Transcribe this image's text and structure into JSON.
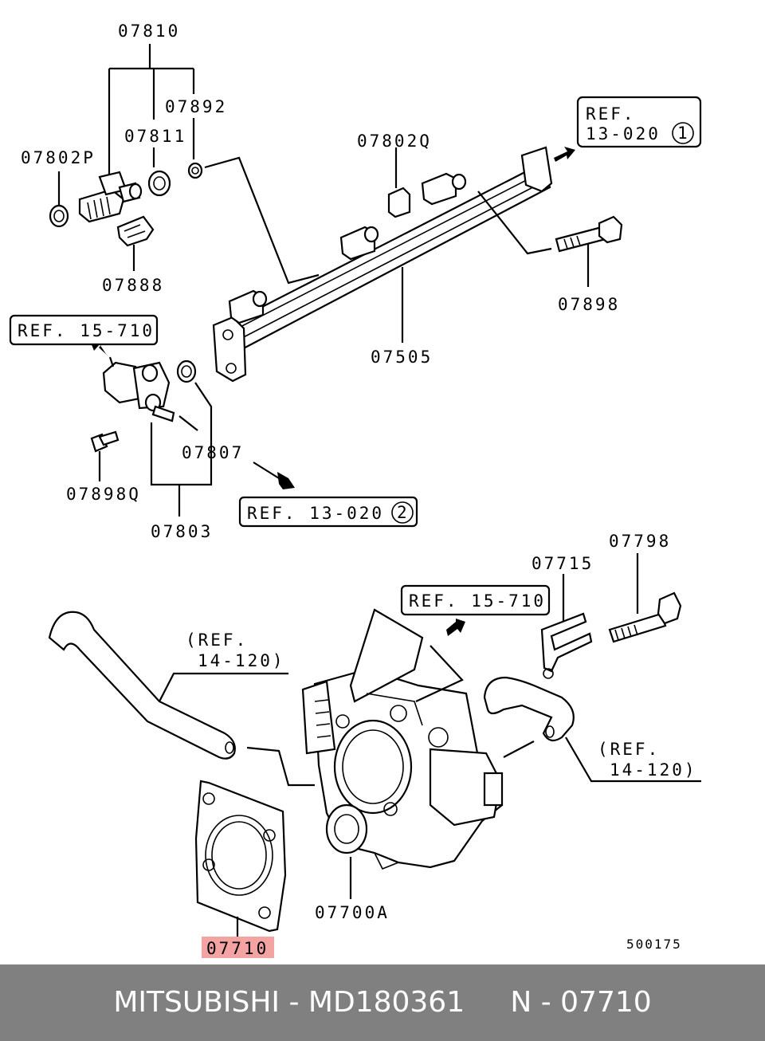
{
  "labels": {
    "p07810": "07810",
    "p07892": "07892",
    "p07811": "07811",
    "p07802P": "07802P",
    "p07802Q": "07802Q",
    "p07888": "07888",
    "p07898": "07898",
    "p07505": "07505",
    "p07807": "07807",
    "p07898Q": "07898Q",
    "p07803": "07803",
    "p07715": "07715",
    "p07798": "07798",
    "p07700A": "07700A",
    "p07710": "07710",
    "diagram_number": "500175"
  },
  "refs": {
    "ref1_line1": "REF.",
    "ref1_line2": "13-020",
    "ref1_circle": "1",
    "ref_15_710_a": "REF. 15-710",
    "ref_13_020_2": "REF. 13-020",
    "ref_13_020_2_circle": "2",
    "ref_15_710_b": "REF. 15-710",
    "ref_14_120_a_line1": "(REF.",
    "ref_14_120_a_line2": "14-120)",
    "ref_14_120_b_line1": "(REF.",
    "ref_14_120_b_line2": "14-120)"
  },
  "highlight": {
    "part": "07710",
    "color": "#f4a3a3"
  },
  "footer": {
    "text": "MITSUBISHI - MD180361     N - 07710",
    "background": "#808080",
    "color": "#ffffff"
  }
}
